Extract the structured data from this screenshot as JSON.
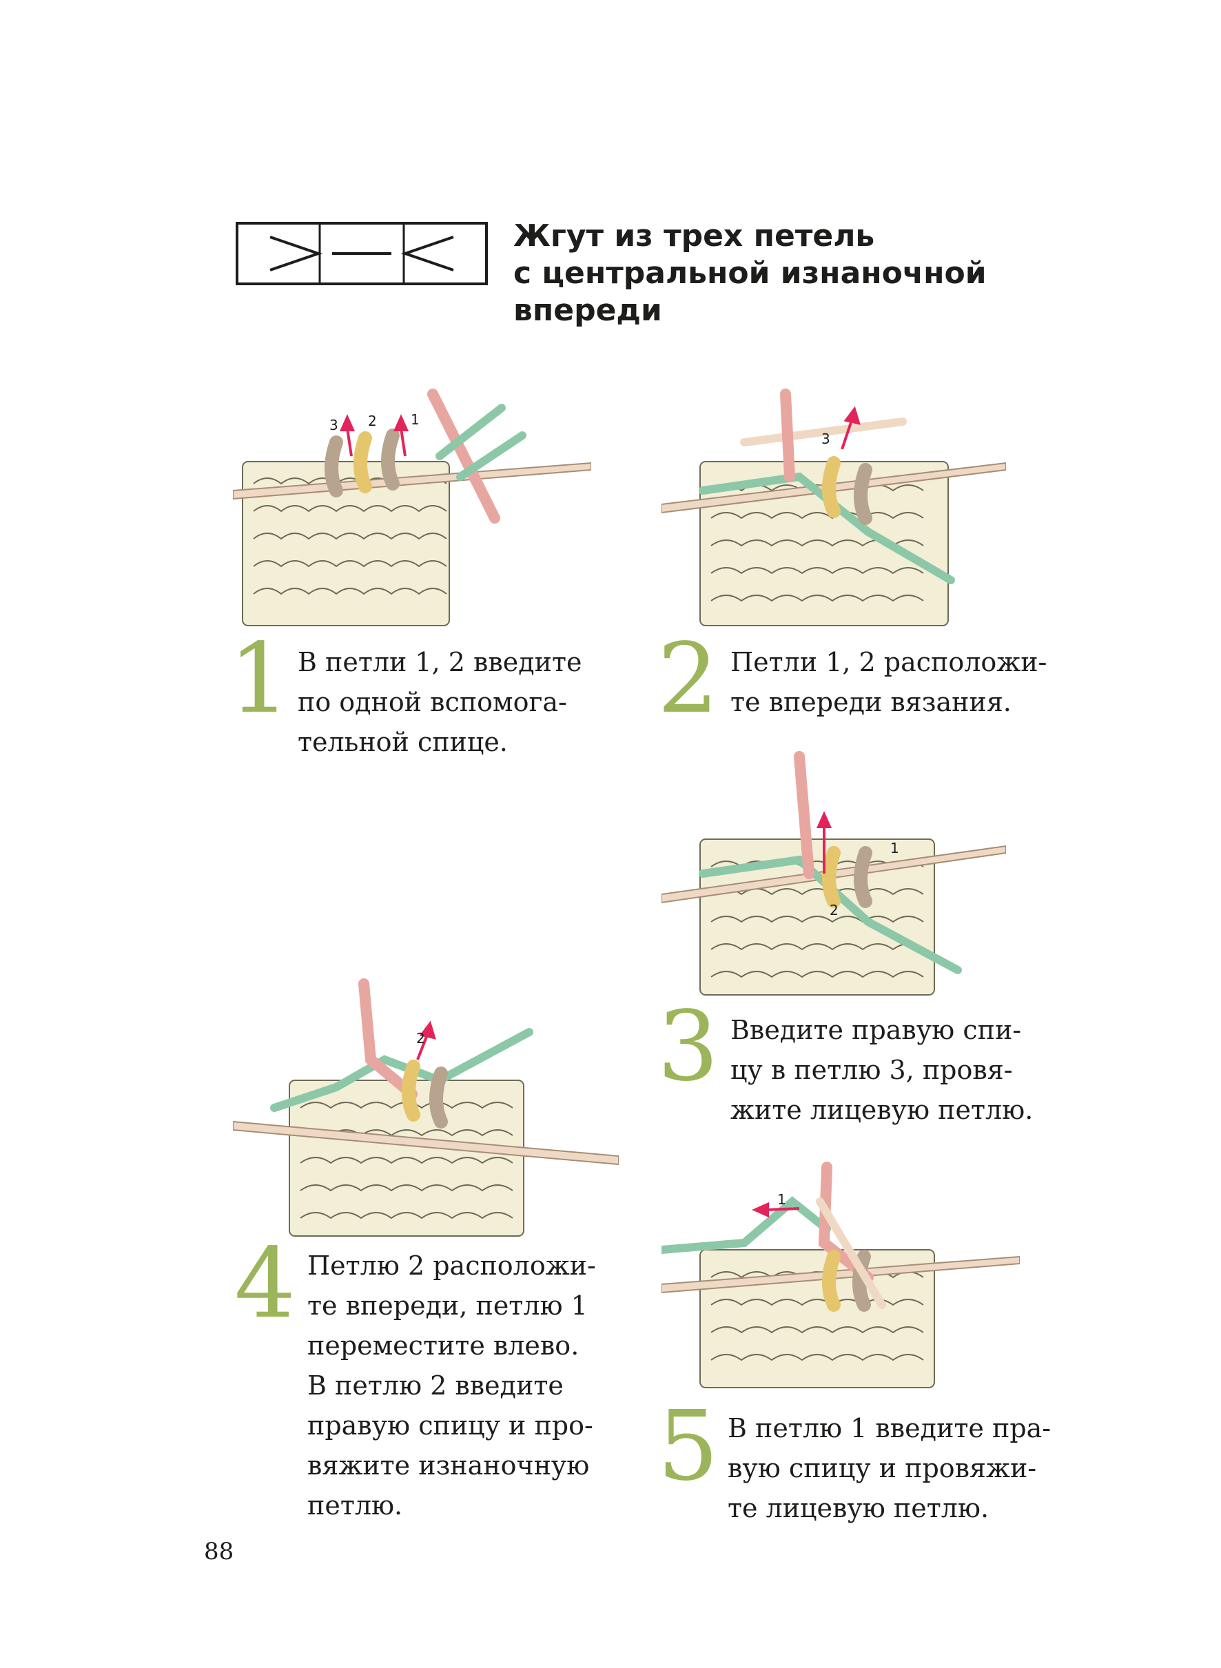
{
  "header": {
    "title_lines": [
      "Жгут из трех петель",
      "с центральной изнаночной",
      "впереди"
    ]
  },
  "steps": [
    {
      "number": "1",
      "lines": [
        "В петли 1, 2 введите",
        "по одной вспомога-",
        "тельной спице."
      ],
      "labels": [
        "3",
        "2",
        "1"
      ]
    },
    {
      "number": "2",
      "lines": [
        "Петли 1, 2 расположи-",
        "те впереди вязания."
      ],
      "labels": [
        "3"
      ]
    },
    {
      "number": "3",
      "lines": [
        "Введите правую спи-",
        "цу в петлю 3, провя-",
        "жите лицевую петлю."
      ],
      "labels": [
        "1",
        "2"
      ]
    },
    {
      "number": "4",
      "lines": [
        "Петлю 2 расположи-",
        "те впереди, петлю 1",
        "переместите влево.",
        "В петлю 2 введите",
        "правую спицу и про-",
        "вяжите изнаночную",
        "петлю."
      ],
      "labels": [
        "2"
      ]
    },
    {
      "number": "5",
      "lines": [
        "В петлю 1 введите пра-",
        "вую спицу и провяжи-",
        "те лицевую петлю."
      ],
      "labels": [
        "1"
      ]
    }
  ],
  "page_number": "88",
  "colors": {
    "accent_green": "#9db55a",
    "yarn_cream": "#f3eed6",
    "yarn_outline": "#6f6a55",
    "needle_pink": "#e7a7a0",
    "cable_needle_green": "#8cc8a8",
    "loop_gold": "#e6c66c",
    "loop_taupe": "#b7a48e",
    "arrow_red": "#e3245b"
  }
}
